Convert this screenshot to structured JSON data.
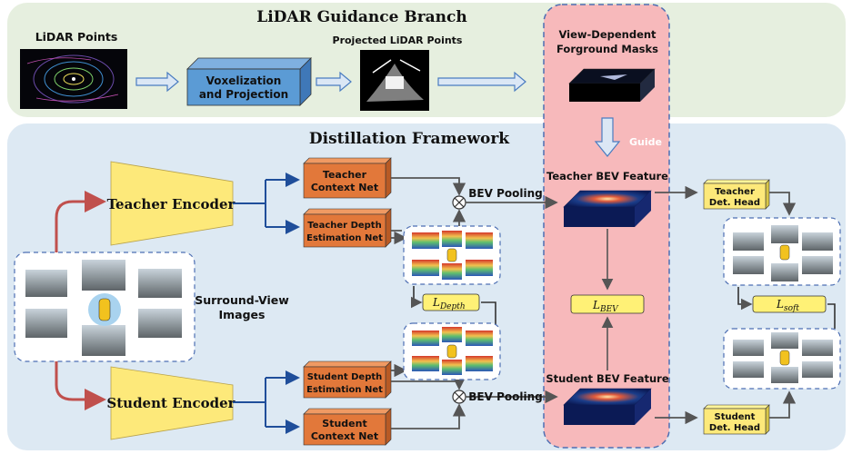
{
  "top_branch": {
    "title": "LiDAR Guidance Branch",
    "lidar_points": "LiDAR Points",
    "voxel_line1": "Voxelization",
    "voxel_line2": "and Projection",
    "projected": "Projected LiDAR Points"
  },
  "mask": {
    "line1": "View-Dependent",
    "line2": "Forground Masks",
    "guide": "Guide"
  },
  "framework": {
    "title": "Distillation Framework",
    "teacher_encoder": "Teacher Encoder",
    "student_encoder": "Student  Encoder",
    "surround_line1": "Surround-View",
    "surround_line2": "Images",
    "teacher_context_line1": "Teacher",
    "teacher_context_line2": "Context Net",
    "teacher_depth_line1": "Teacher Depth",
    "teacher_depth_line2": "Estimation Net",
    "student_depth_line1": "Student Depth",
    "student_depth_line2": "Estimation Net",
    "student_context_line1": "Student",
    "student_context_line2": "Context Net",
    "bev_pooling_top": "BEV Pooling",
    "bev_pooling_bottom": "BEV Pooling",
    "teacher_bev": "Teacher BEV Feature",
    "student_bev": "Student BEV Feature",
    "teacher_head_line1": "Teacher",
    "teacher_head_line2": "Det. Head",
    "student_head_line1": "Student",
    "student_head_line2": "Det. Head"
  },
  "losses": {
    "depth": "L",
    "depth_sub": "Depth",
    "bev": "L",
    "bev_sub": "BEV",
    "soft": "L",
    "soft_sub": "soft"
  },
  "colors": {
    "top_bg": "#e6efdf",
    "bottom_bg": "#dde9f3",
    "pink": "#f7b9bb",
    "encoder": "#fde97a",
    "net": "#e2783a",
    "loss": "#fff176",
    "voxel": "#5b9bd5"
  }
}
